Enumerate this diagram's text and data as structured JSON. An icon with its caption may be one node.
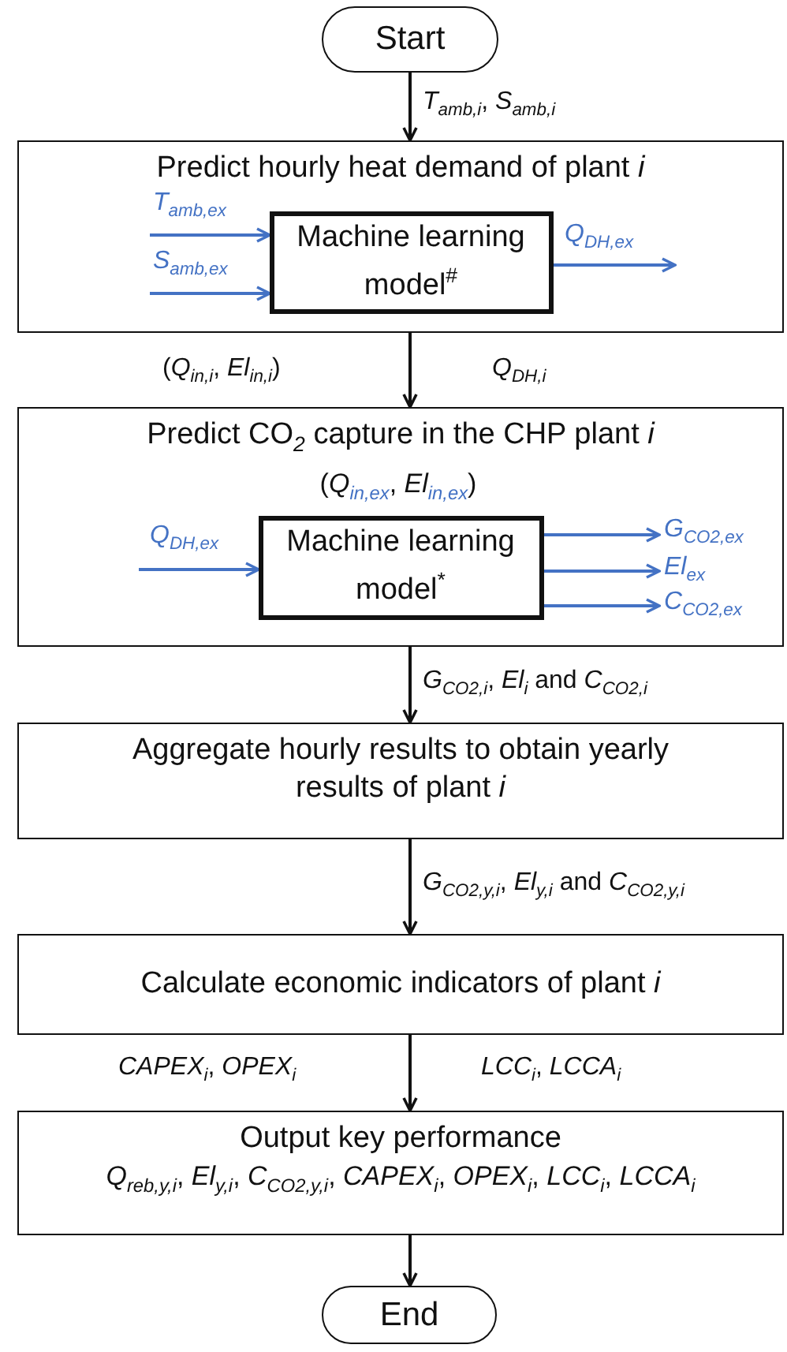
{
  "diagram": {
    "nodes": [
      {
        "text": [
          "Start"
        ]
      },
      {
        "text": [
          "Predict hourly heat demand of plant *i*"
        ]
      },
      {
        "text": [
          "Machine learning model$^{#}$"
        ],
        "in": 1
      },
      {
        "text": [
          "Predict CO$_{2}$ capture in the CHP plant *i*"
        ]
      },
      {
        "text": [
          "Machine learning model$^{*}$"
        ],
        "in": 3,
        "beside": [
          "(*Q*$_{in,ex}$, *El*$_{in,ex}$)"
        ]
      },
      {
        "text": [
          "Aggregate hourly results to obtain yearly results of plant *i*"
        ]
      },
      {
        "text": [
          "Calculate economic indicators of plant *i*"
        ]
      },
      {
        "text": [
          "Output key performance",
          "*Q*$_{reb,y,i}$, *El*$_{y,i}$, *C*$_{CO2,y,i}$, *CAPEX*$_{i}$, *OPEX*$_{i}$, *LCC*$_{i}$, *LCCA*$_{i}$"
        ]
      },
      {
        "text": [
          "End"
        ]
      }
    ],
    "edges": [
      {
        "from": 0,
        "to": 1,
        "arrow": "to",
        "label": "*T*$_{amb,i}$, *S*$_{amb,i}$",
        "color": "#111111"
      },
      {
        "from": 1,
        "to": 3,
        "arrow": "to",
        "label": "*Q*$_{DH,i}$",
        "color": "#111111"
      },
      {
        "from": 3,
        "to": 5,
        "arrow": "to",
        "label": "*G*$_{CO2,i}$, *El*$_{i}$ and *C*$_{CO2,i}$",
        "color": "#111111"
      },
      {
        "from": 5,
        "to": 6,
        "arrow": "to",
        "label": "*G*$_{CO2,y,i}$, *El*$_{y,i}$ and *C*$_{CO2,y,i}$",
        "color": "#111111"
      },
      {
        "from": 6,
        "to": 7,
        "arrow": "to",
        "label": "*LCC*$_{i}$, *LCCA*$_{i}$",
        "color": "#111111"
      },
      {
        "from": 7,
        "to": 8,
        "arrow": "to",
        "color": "#111111"
      },
      {
        "from": null,
        "to": 2,
        "arrow": "to",
        "label": "*T*$_{amb,ex}$"
      },
      {
        "from": null,
        "to": 2,
        "arrow": "to",
        "label": "*S*$_{amb,ex}$"
      },
      {
        "from": 2,
        "to": null,
        "arrow": "to",
        "label": "*Q*$_{DH,ex}$"
      },
      {
        "from": null,
        "to": 4,
        "arrow": "to",
        "label": "*Q*$_{DH,ex}$"
      },
      {
        "from": 4,
        "to": null,
        "arrow": "to",
        "label": "*G*$_{CO2,ex}$"
      },
      {
        "from": 4,
        "to": null,
        "arrow": "to",
        "label": "*El*$_{ex}$"
      },
      {
        "from": 4,
        "to": null,
        "arrow": "to",
        "label": "*C*$_{CO2,ex}$"
      }
    ],
    "labels": [
      "(*Q*$_{in,i}$, *El*$_{in,i}$)",
      "*CAPEX*$_{i}$, *OPEX*$_{i}$"
    ]
  }
}
